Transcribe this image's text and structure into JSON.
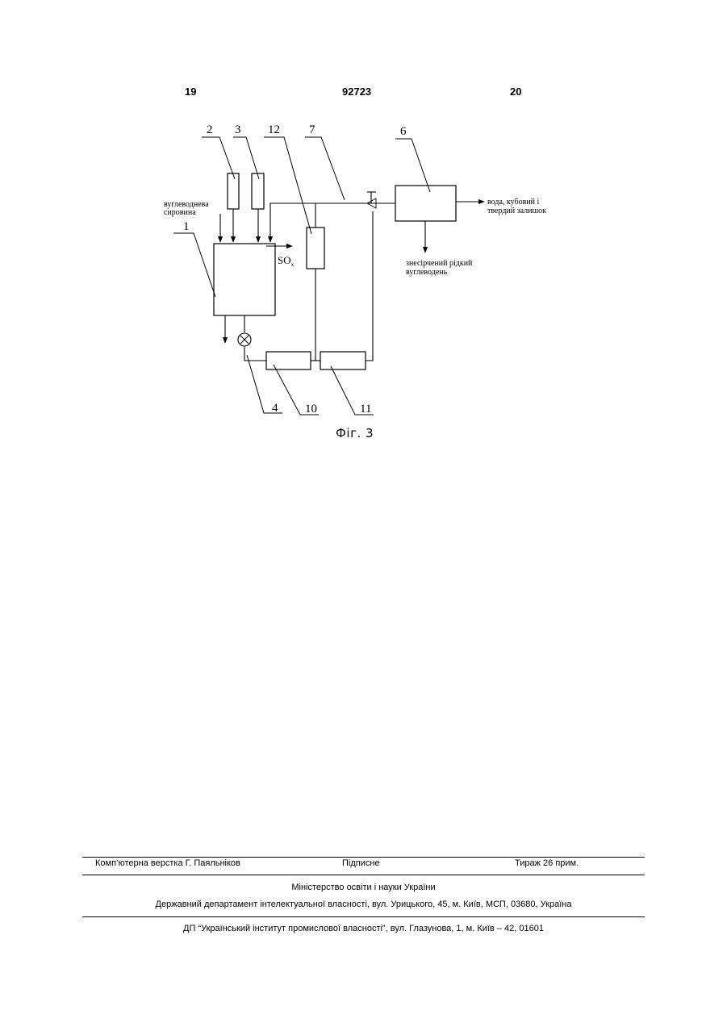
{
  "header": {
    "page_left": "19",
    "patent_number": "92723",
    "page_right": "20"
  },
  "figure": {
    "caption": "Фіг. 3",
    "callouts": {
      "n1": "1",
      "n2": "2",
      "n3": "3",
      "n4": "4",
      "n6": "6",
      "n7": "7",
      "n10": "10",
      "n11": "11",
      "n12": "12"
    },
    "labels": {
      "feed_line1": "вуглеводнева",
      "feed_line2": "сировина",
      "so_main": "SO",
      "so_sub": "x",
      "output_right_line1": "вода, кубовий і",
      "output_right_line2": "твердий залишок",
      "output_down_line1": "знесірчений рідкий",
      "output_down_line2": "вуглеводень"
    }
  },
  "footer": {
    "layout_credit": "Комп’ютерна верстка Г. Паяльніков",
    "signed": "Підписне",
    "circulation": "Тираж 26 прим.",
    "ministry": "Міністерство освіти і науки України",
    "department": "Державний департамент інтелектуальної власності, вул. Урицького, 45, м. Київ, МСП, 03680, Україна",
    "institute": "ДП “Український інститут промислової власності”, вул. Глазунова, 1, м. Київ – 42, 01601"
  }
}
